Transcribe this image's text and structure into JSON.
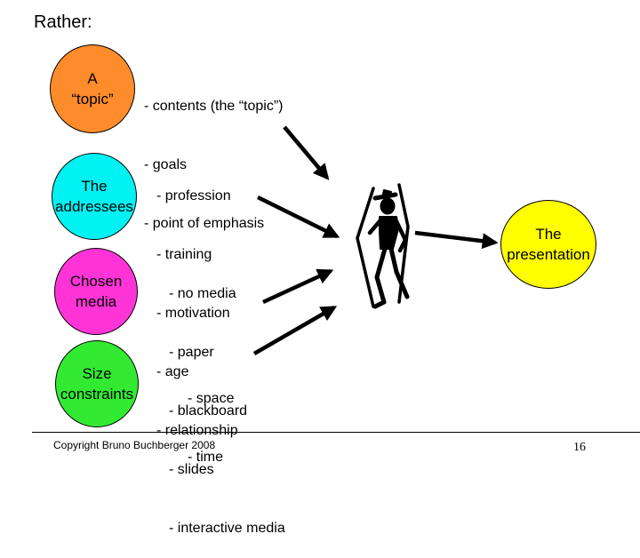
{
  "heading": "Rather:",
  "circles": {
    "topic": "A\n“topic”",
    "addressees": "The\naddressees",
    "media": "Chosen\nmedia",
    "size": "Size\nconstraints",
    "presentation": "The\npresentation"
  },
  "lists": {
    "topic": [
      "- contents (the “topic”)",
      "- goals",
      "- point of emphasis"
    ],
    "addressees": [
      "- profession",
      "- training",
      "- motivation",
      "- age",
      "- relationship"
    ],
    "media": [
      "- no media",
      "- paper",
      "- blackboard",
      "- slides",
      "- interactive media"
    ],
    "size": [
      "- space",
      "- time"
    ]
  },
  "footer": {
    "copyright": "Copyright Bruno Buchberger 2008",
    "page_number": "16"
  },
  "colors": {
    "topic": "#ff8c2a",
    "addressees": "#00f2f2",
    "media": "#ff33d6",
    "size": "#33ea33",
    "presentation": "#ffff00"
  },
  "icons": [
    "walking-figure-icon"
  ]
}
